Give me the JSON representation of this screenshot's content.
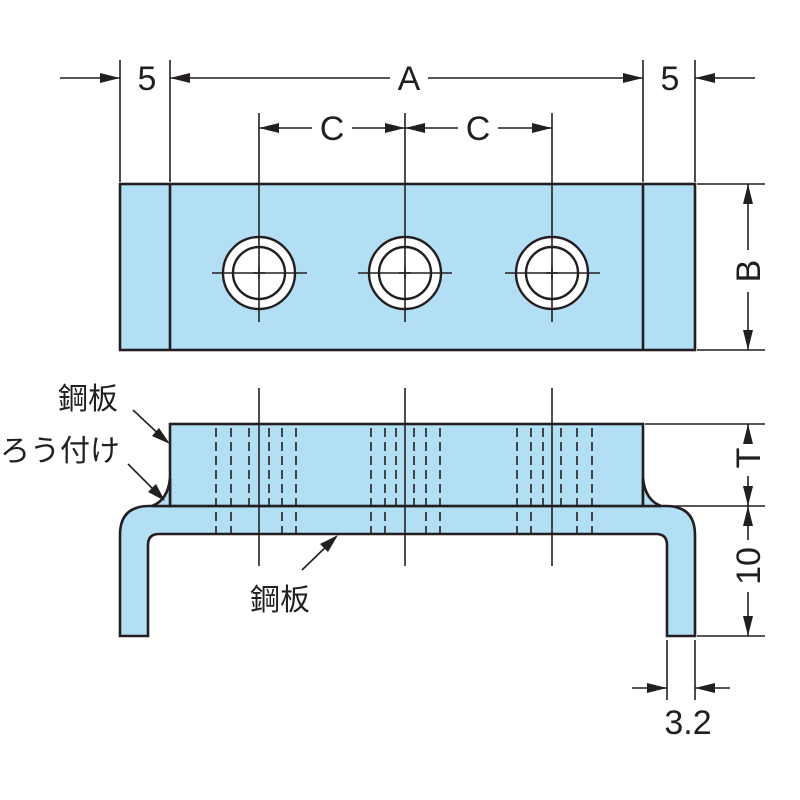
{
  "dimensions": {
    "overall_width": "A",
    "edge_left": "5",
    "edge_right": "5",
    "hole_pitch_left": "C",
    "hole_pitch_right": "C",
    "height": "B",
    "thickness": "T",
    "leg_height": "10",
    "leg_thickness": "3.2"
  },
  "labels": {
    "top_plate": "鋼板",
    "brazing": "ろう付け",
    "bottom_plate": "鋼板"
  },
  "colors": {
    "fill": "#b3dff5",
    "line": "#231f20"
  }
}
